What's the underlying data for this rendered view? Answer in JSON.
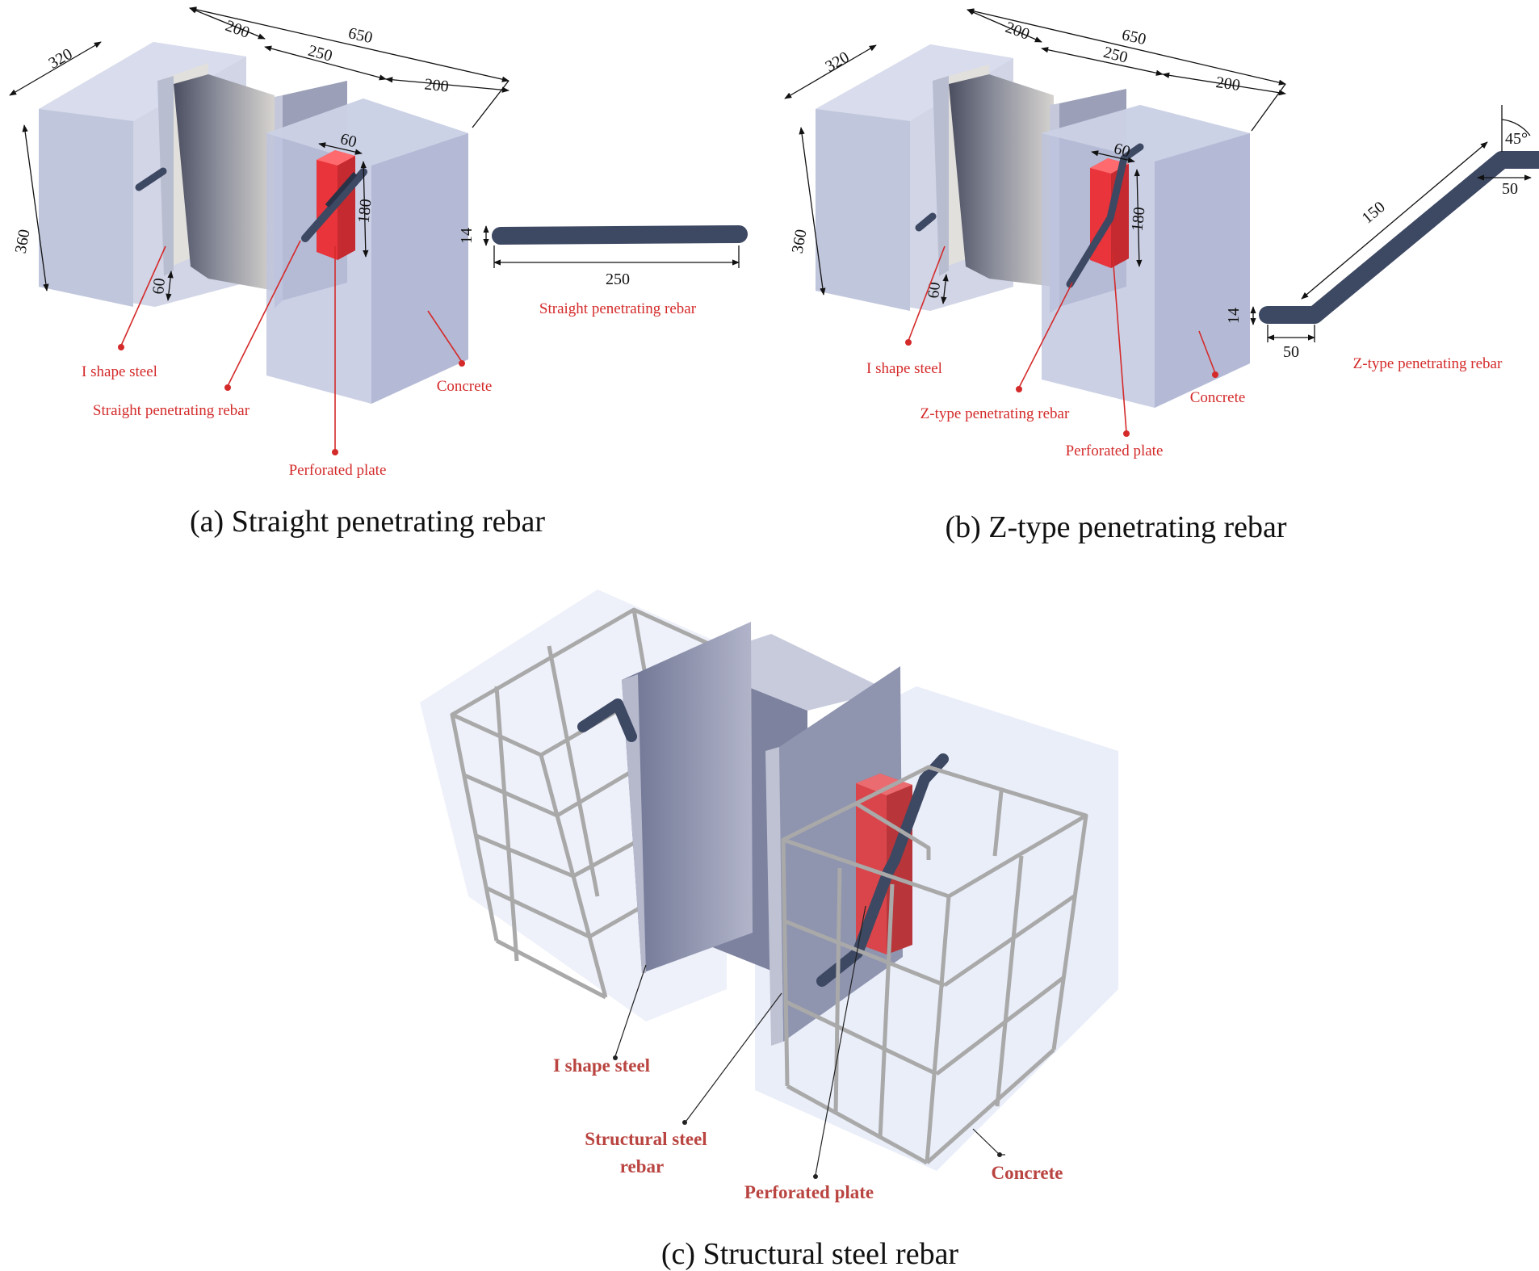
{
  "panel_a": {
    "dims": {
      "d320": "320",
      "d200a": "200",
      "d650": "650",
      "d250": "250",
      "d200b": "200",
      "d360": "360",
      "d60h": "60",
      "d60v": "60",
      "d180": "180",
      "d14": "14",
      "d250r": "250"
    },
    "labels": {
      "i_shape": "I shape steel",
      "rebar": "Straight penetrating rebar",
      "plate": "Perforated plate",
      "concrete": "Concrete",
      "rebar_detail": "Straight penetrating rebar"
    },
    "caption": "(a) Straight penetrating rebar"
  },
  "panel_b": {
    "dims": {
      "d320": "320",
      "d200a": "200",
      "d650": "650",
      "d250": "250",
      "d200b": "200",
      "d360": "360",
      "d60h": "60",
      "d60v": "60",
      "d180": "180",
      "d14": "14",
      "d45": "45°",
      "d50a": "50",
      "d150": "150",
      "d50b": "50"
    },
    "labels": {
      "i_shape": "I shape steel",
      "rebar": "Z-type penetrating rebar",
      "plate": "Perforated plate",
      "concrete": "Concrete",
      "rebar_detail": "Z-type penetrating rebar"
    },
    "caption": "(b) Z-type penetrating rebar"
  },
  "panel_c": {
    "labels": {
      "i_shape": "I shape steel",
      "struct1": "Structural steel",
      "struct2": "rebar",
      "plate": "Perforated plate",
      "concrete": "Concrete"
    },
    "caption": "(c) Structural steel rebar"
  },
  "colors": {
    "concrete": "#c3c8de",
    "steel": "#a9aec8",
    "plate": "#e8343a",
    "rebar": "#3d4863",
    "cage": "#a9a9a9",
    "label_red": "#d42a2a",
    "label_dark_red": "#b94440"
  }
}
